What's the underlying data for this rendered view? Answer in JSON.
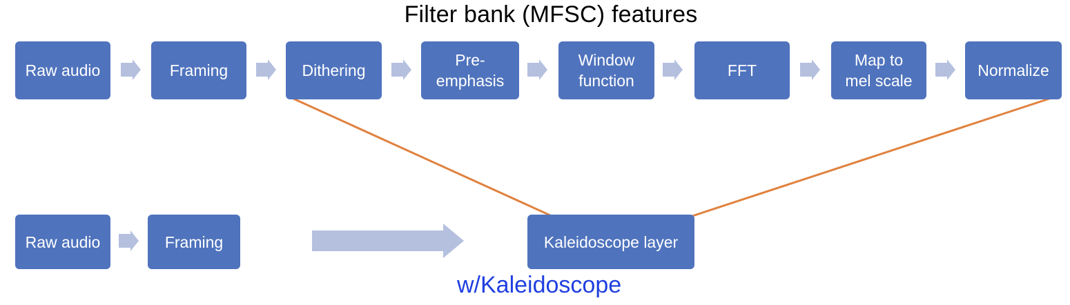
{
  "title": "Filter bank (MFSC) features",
  "caption": "w/Kaleidoscope",
  "colors": {
    "box_fill": "#4f73bd",
    "box_text": "#ffffff",
    "arrow_fill": "#b5c0df",
    "connector": "#e0823f",
    "caption": "#1f3fe0"
  },
  "top_pipeline": [
    "Raw audio",
    "Framing",
    "Dithering",
    "Pre-\nemphasis",
    "Window\nfunction",
    "FFT",
    "Map to\nmel scale",
    "Normalize"
  ],
  "bottom_pipeline": [
    "Raw audio",
    "Framing"
  ],
  "kaleidoscope_label": "Kaleidoscope layer"
}
